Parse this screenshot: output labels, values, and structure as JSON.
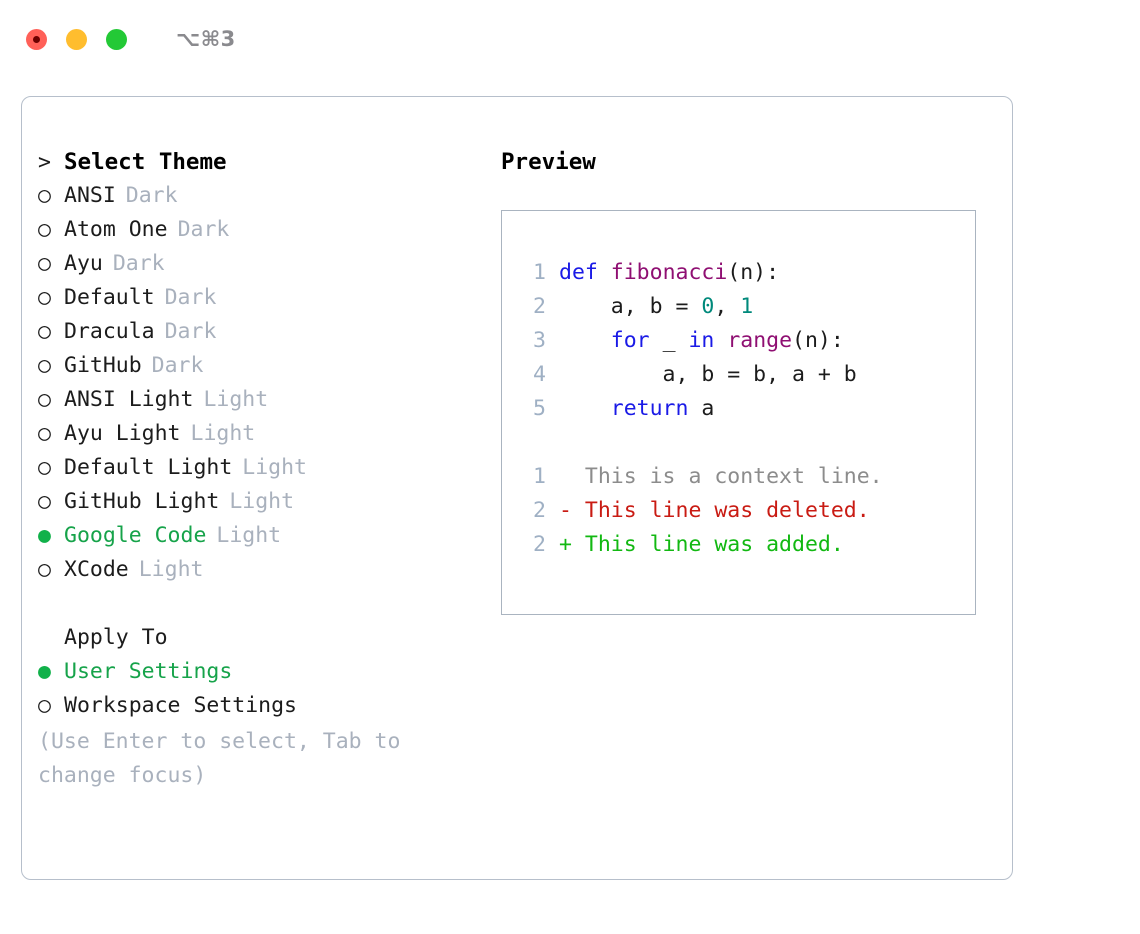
{
  "window": {
    "title": "⌥⌘3",
    "traffic_lights": [
      {
        "name": "close-button",
        "color": "#ff6058"
      },
      {
        "name": "minimize-button",
        "color": "#ffbd2e"
      },
      {
        "name": "maximize-button",
        "color": "#23c936"
      }
    ]
  },
  "theme_picker": {
    "heading": "Select Theme",
    "heading_marker": ">",
    "marker_selected": "●",
    "marker_unselected": "○",
    "items": [
      {
        "name": "ANSI",
        "kind": "Dark",
        "selected": false
      },
      {
        "name": "Atom One",
        "kind": "Dark",
        "selected": false
      },
      {
        "name": "Ayu",
        "kind": "Dark",
        "selected": false
      },
      {
        "name": "Default",
        "kind": "Dark",
        "selected": false
      },
      {
        "name": "Dracula",
        "kind": "Dark",
        "selected": false
      },
      {
        "name": "GitHub",
        "kind": "Dark",
        "selected": false
      },
      {
        "name": "ANSI Light",
        "kind": "Light",
        "selected": false
      },
      {
        "name": "Ayu Light",
        "kind": "Light",
        "selected": false
      },
      {
        "name": "Default Light",
        "kind": "Light",
        "selected": false
      },
      {
        "name": "GitHub Light",
        "kind": "Light",
        "selected": false
      },
      {
        "name": "Google Code",
        "kind": "Light",
        "selected": true
      },
      {
        "name": "XCode",
        "kind": "Light",
        "selected": false
      }
    ]
  },
  "apply_to": {
    "heading": "Apply To",
    "options": [
      {
        "label": "User Settings",
        "selected": true
      },
      {
        "label": "Workspace Settings",
        "selected": false
      }
    ]
  },
  "hint": "(Use Enter to select, Tab to change focus)",
  "preview": {
    "label": "Preview",
    "code_lines": [
      {
        "ln": "1",
        "tokens": [
          {
            "t": "def",
            "c": "kw"
          },
          {
            "t": " ",
            "c": "pl"
          },
          {
            "t": "fibonacci",
            "c": "fn"
          },
          {
            "t": "(n):",
            "c": "pl"
          }
        ]
      },
      {
        "ln": "2",
        "tokens": [
          {
            "t": "    a, b = ",
            "c": "pl"
          },
          {
            "t": "0",
            "c": "num"
          },
          {
            "t": ", ",
            "c": "pl"
          },
          {
            "t": "1",
            "c": "num"
          }
        ]
      },
      {
        "ln": "3",
        "tokens": [
          {
            "t": "    ",
            "c": "pl"
          },
          {
            "t": "for",
            "c": "kw"
          },
          {
            "t": " _ ",
            "c": "pl"
          },
          {
            "t": "in",
            "c": "kw"
          },
          {
            "t": " ",
            "c": "pl"
          },
          {
            "t": "range",
            "c": "fn"
          },
          {
            "t": "(n):",
            "c": "pl"
          }
        ]
      },
      {
        "ln": "4",
        "tokens": [
          {
            "t": "        a, b = b, a + b",
            "c": "pl"
          }
        ]
      },
      {
        "ln": "5",
        "tokens": [
          {
            "t": "    ",
            "c": "pl"
          },
          {
            "t": "return",
            "c": "kw"
          },
          {
            "t": " a",
            "c": "pl"
          }
        ]
      }
    ],
    "diff_lines": [
      {
        "ln": "1",
        "text": "  This is a context line.",
        "kind": "ctx"
      },
      {
        "ln": "2",
        "text": "- This line was deleted.",
        "kind": "del"
      },
      {
        "ln": "2",
        "text": "+ This line was added.",
        "kind": "add"
      }
    ]
  },
  "colors": {
    "accent_green": "#16a34a",
    "muted": "#a9b1bd",
    "panel_border": "#b6bfcb",
    "code_border": "#aab4c0",
    "keyword": "#1a1ae6",
    "function": "#8f0f72",
    "number": "#00897b",
    "diff_context": "#8c8c8c",
    "diff_deleted": "#c91b13",
    "diff_added": "#12b812",
    "line_number": "#9fb0c4"
  }
}
